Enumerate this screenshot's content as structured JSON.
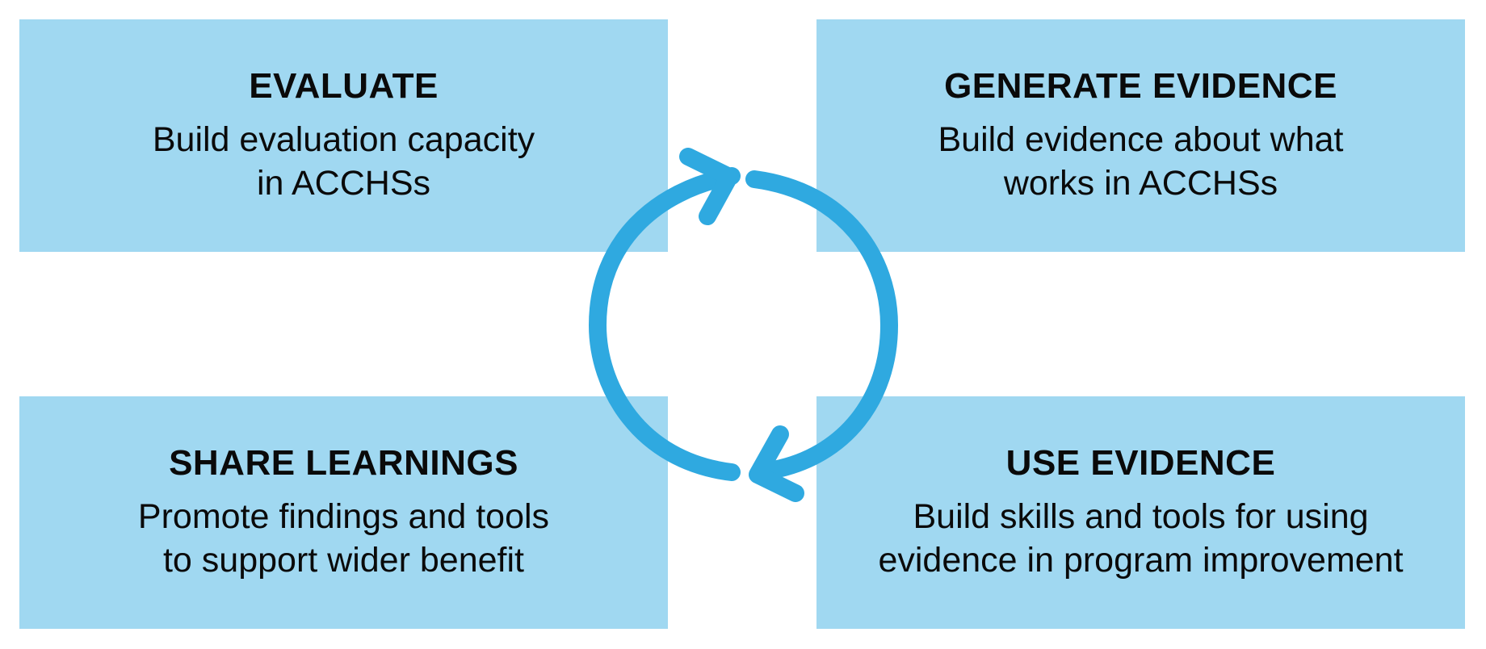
{
  "colors": {
    "box_fill": "#a0d8f1",
    "arrow": "#2fa9e0",
    "text": "#0a0a0a"
  },
  "boxes": {
    "evaluate": {
      "title": "EVALUATE",
      "lines": [
        "Build evaluation capacity",
        "in ACCHSs"
      ]
    },
    "generate": {
      "title": "GENERATE EVIDENCE",
      "lines": [
        "Build evidence about what",
        "works in ACCHSs"
      ]
    },
    "share": {
      "title": "SHARE LEARNINGS",
      "lines": [
        "Promote findings and tools",
        "to support wider benefit"
      ]
    },
    "use": {
      "title": "USE EVIDENCE",
      "lines": [
        "Build skills and tools for using",
        "evidence in program improvement"
      ]
    }
  },
  "cycle": {
    "icon": "circular-arrows-icon",
    "direction": "clockwise"
  }
}
